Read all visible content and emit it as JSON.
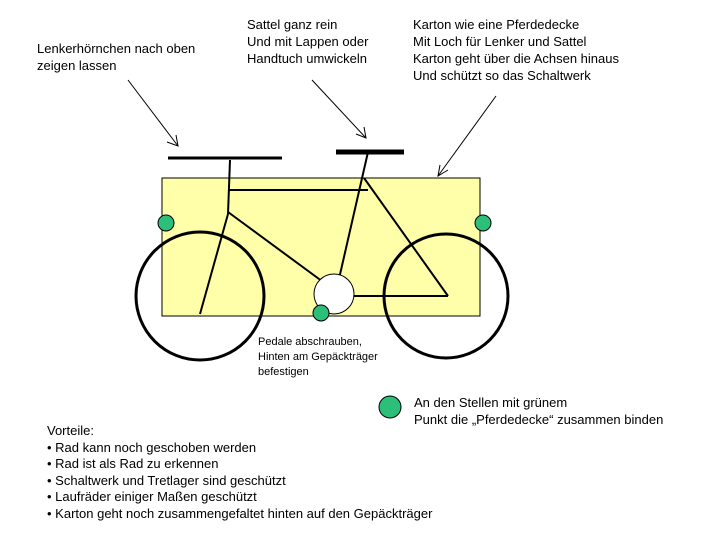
{
  "annotations": {
    "handlebar": [
      "Lenkerhörnchen nach oben",
      "zeigen lassen"
    ],
    "saddle": [
      "Sattel ganz rein",
      "Und mit Lappen oder",
      "Handtuch umwickeln"
    ],
    "box": [
      "Karton wie eine Pferdedecke",
      "Mit Loch für Lenker und Sattel",
      "Karton geht über die Achsen hinaus",
      "Und schützt so das Schaltwerk"
    ],
    "pedals": [
      "Pedale abschrauben,",
      "Hinten am Gepäckträger",
      "befestigen"
    ],
    "green_points": [
      "An den Stellen mit grünem",
      "Punkt die „Pferdedecke“ zusammen binden"
    ]
  },
  "advantages": {
    "heading": "Vorteile:",
    "items": [
      "Rad kann noch geschoben werden",
      "Rad ist als Rad zu erkennen",
      "Schaltwerk und Tretlager sind geschützt",
      "Laufräder einiger Maßen geschützt",
      "Karton geht noch zusammengefaltet hinten auf den Gepäckträger"
    ]
  },
  "colors": {
    "box_fill": "#FFFFAA",
    "tie_point": "#2BBF7A",
    "line": "#000000"
  }
}
